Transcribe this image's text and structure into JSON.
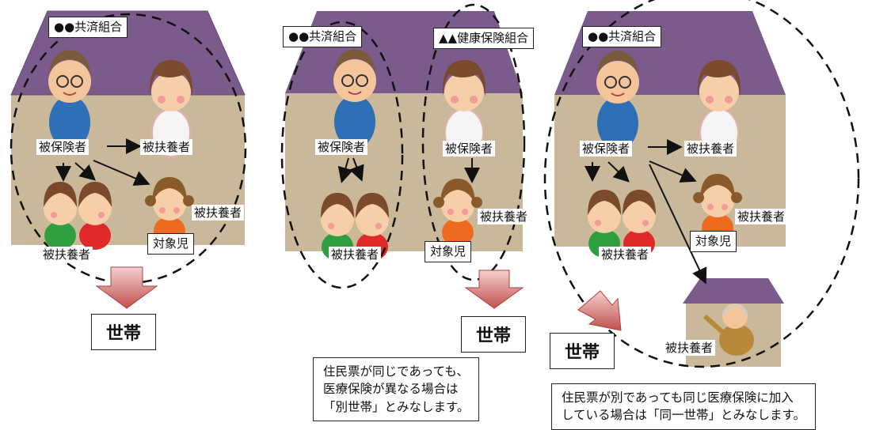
{
  "scene1": {
    "union": "●●共済組合",
    "insured": "被保険者",
    "dependent_adult": "被扶養者",
    "dependent_girl": "被扶養者",
    "dependent_kids": "被扶養者",
    "target_child": "対象児",
    "household": "世帯"
  },
  "scene2": {
    "union": "●●共済組合",
    "health_union": "▲▲健康保険組合",
    "insured": "被保険者",
    "insured_mother": "被保険者",
    "dependent_kids": "被扶養者",
    "dependent_girl": "被扶養者",
    "target_child": "対象児",
    "household": "世帯",
    "note": "住民票が同じであっても、\n医療保険が異なる場合は\n「別世帯」とみなします。"
  },
  "scene3": {
    "union": "●●共済組合",
    "insured": "被保険者",
    "dependent_adult": "被扶養者",
    "dependent_girl": "被扶養者",
    "dependent_kids": "被扶養者",
    "target_child": "対象児",
    "dependent_grandpa": "被扶養者",
    "household": "世帯",
    "note": "住民票が別であっても同じ医療保険に加入\nしている場合は「同一世帯」とみなします。"
  },
  "colors": {
    "roof": "#7b5a8c",
    "wall": "#c9b89a",
    "arrow_red": "#c0504d"
  }
}
